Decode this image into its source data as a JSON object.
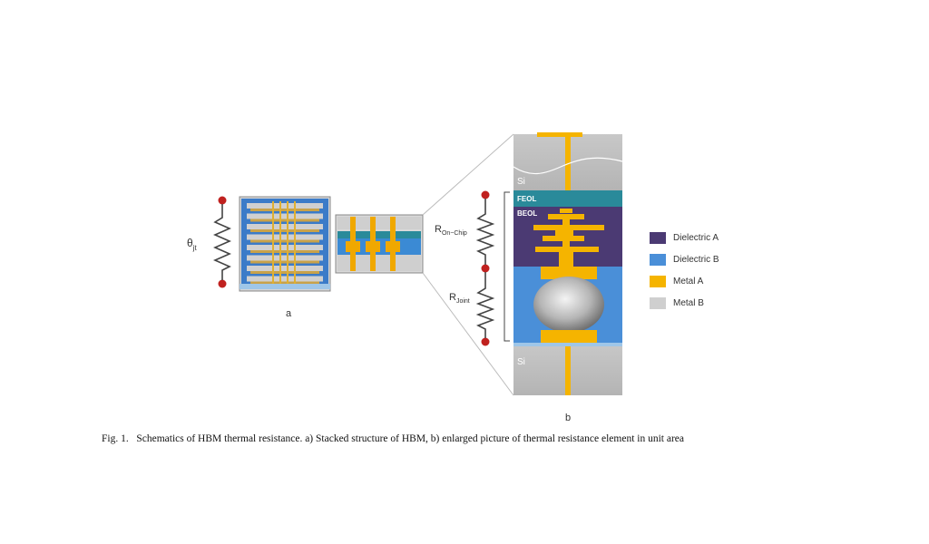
{
  "labels": {
    "theta": "θ",
    "theta_sub": "jt",
    "panel_a": "a",
    "panel_b": "b",
    "r_onchip_main": "R",
    "r_onchip_sub": "On−Chip",
    "r_joint_main": "R",
    "r_joint_sub": "Joint",
    "si_top": "Si",
    "si_bottom": "Si",
    "feol": "FEOL",
    "beol": "BEOL"
  },
  "legend": [
    {
      "label": "Dielectric A",
      "color": "#4b3a73"
    },
    {
      "label": "Dielectric B",
      "color": "#4a8fd8"
    },
    {
      "label": "Metal A",
      "color": "#f5b400"
    },
    {
      "label": "Metal B",
      "color": "#cfcfcf"
    }
  ],
  "caption": {
    "number": "Fig. 1.",
    "text": "Schematics of HBM thermal resistance. a) Stacked structure of HBM, b) enlarged picture of thermal resistance element in unit area"
  },
  "colors": {
    "resistor_dot": "#c0211f",
    "teal": "#2a8a9a",
    "silicon": "#bdbdbd"
  }
}
